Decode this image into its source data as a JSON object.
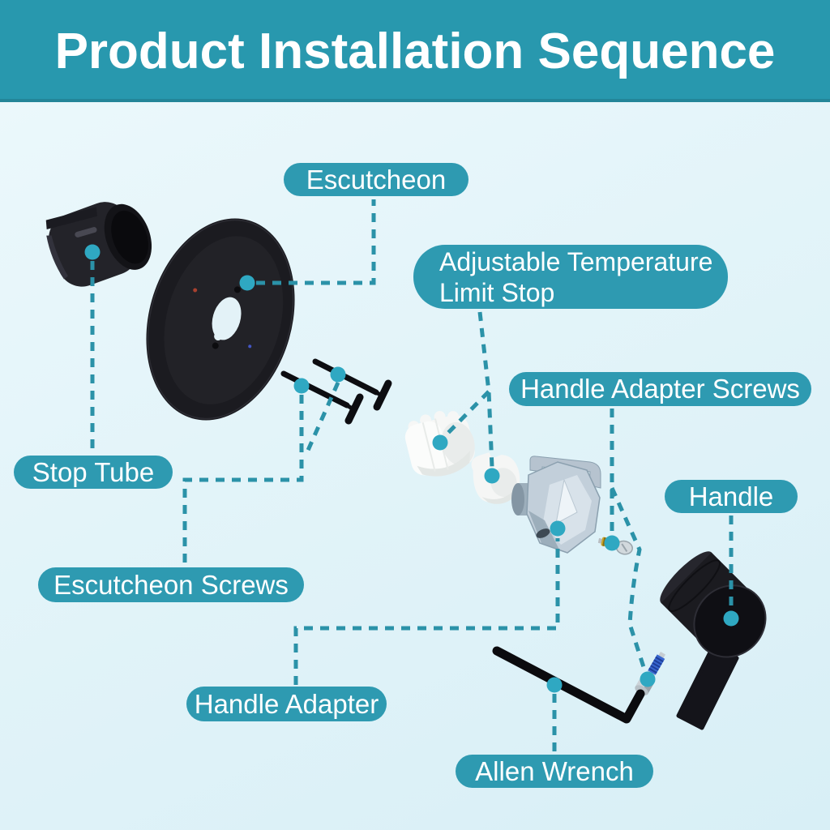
{
  "header": {
    "title": "Product Installation Sequence"
  },
  "colors": {
    "header_bg": "#2898ae",
    "label_bg": "#2e9ab1",
    "connector": "#2b92a8",
    "dot": "#2fa8c2",
    "background_top": "#edf9fc",
    "background_bottom": "#d8eff6"
  },
  "labels": {
    "escutcheon": {
      "text": "Escutcheon"
    },
    "adjustable_temperature_limit_stop": {
      "line1": "Adjustable Temperature",
      "line2": "Limit Stop"
    },
    "handle_adapter_screws": {
      "text": "Handle Adapter Screws"
    },
    "stop_tube": {
      "text": "Stop Tube"
    },
    "handle": {
      "text": "Handle"
    },
    "escutcheon_screws": {
      "text": "Escutcheon Screws"
    },
    "handle_adapter": {
      "text": "Handle Adapter"
    },
    "allen_wrench": {
      "text": "Allen Wrench"
    }
  }
}
